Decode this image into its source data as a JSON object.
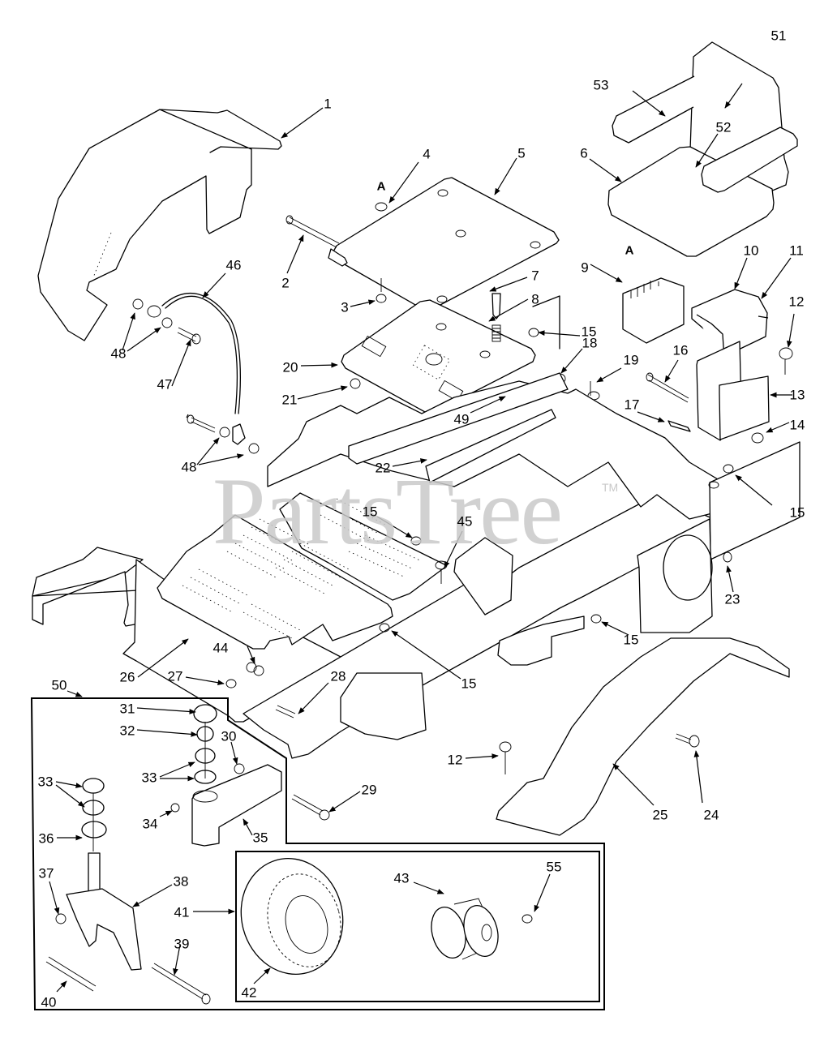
{
  "diagram": {
    "type": "exploded-parts-diagram",
    "subject": "Riding mower frame, seat and caster assembly",
    "watermark": "PartsTree",
    "watermark_tm": "TM",
    "view_tags": [
      "A",
      "A"
    ],
    "callouts": [
      {
        "id": "c1",
        "label": "1"
      },
      {
        "id": "c2",
        "label": "2"
      },
      {
        "id": "c3",
        "label": "3"
      },
      {
        "id": "c4",
        "label": "4"
      },
      {
        "id": "c5",
        "label": "5"
      },
      {
        "id": "c6",
        "label": "6"
      },
      {
        "id": "c7",
        "label": "7"
      },
      {
        "id": "c8",
        "label": "8"
      },
      {
        "id": "c9",
        "label": "9"
      },
      {
        "id": "c10",
        "label": "10"
      },
      {
        "id": "c11",
        "label": "11"
      },
      {
        "id": "c12a",
        "label": "12"
      },
      {
        "id": "c12b",
        "label": "12"
      },
      {
        "id": "c13",
        "label": "13"
      },
      {
        "id": "c14",
        "label": "14"
      },
      {
        "id": "c15a",
        "label": "15"
      },
      {
        "id": "c15b",
        "label": "15"
      },
      {
        "id": "c15c",
        "label": "15"
      },
      {
        "id": "c15d",
        "label": "15"
      },
      {
        "id": "c15e",
        "label": "15"
      },
      {
        "id": "c16",
        "label": "16"
      },
      {
        "id": "c17",
        "label": "17"
      },
      {
        "id": "c18",
        "label": "18"
      },
      {
        "id": "c19",
        "label": "19"
      },
      {
        "id": "c20",
        "label": "20"
      },
      {
        "id": "c21",
        "label": "21"
      },
      {
        "id": "c22",
        "label": "22"
      },
      {
        "id": "c23",
        "label": "23"
      },
      {
        "id": "c24",
        "label": "24"
      },
      {
        "id": "c25",
        "label": "25"
      },
      {
        "id": "c26",
        "label": "26"
      },
      {
        "id": "c27",
        "label": "27"
      },
      {
        "id": "c28",
        "label": "28"
      },
      {
        "id": "c29",
        "label": "29"
      },
      {
        "id": "c30",
        "label": "30"
      },
      {
        "id": "c31",
        "label": "31"
      },
      {
        "id": "c32",
        "label": "32"
      },
      {
        "id": "c33a",
        "label": "33"
      },
      {
        "id": "c33b",
        "label": "33"
      },
      {
        "id": "c34",
        "label": "34"
      },
      {
        "id": "c35",
        "label": "35"
      },
      {
        "id": "c36",
        "label": "36"
      },
      {
        "id": "c37",
        "label": "37"
      },
      {
        "id": "c38",
        "label": "38"
      },
      {
        "id": "c39",
        "label": "39"
      },
      {
        "id": "c40",
        "label": "40"
      },
      {
        "id": "c41",
        "label": "41"
      },
      {
        "id": "c42",
        "label": "42"
      },
      {
        "id": "c43",
        "label": "43"
      },
      {
        "id": "c44",
        "label": "44"
      },
      {
        "id": "c45",
        "label": "45"
      },
      {
        "id": "c46",
        "label": "46"
      },
      {
        "id": "c47",
        "label": "47"
      },
      {
        "id": "c48a",
        "label": "48"
      },
      {
        "id": "c48b",
        "label": "48"
      },
      {
        "id": "c49",
        "label": "49"
      },
      {
        "id": "c50",
        "label": "50"
      },
      {
        "id": "c51",
        "label": "51"
      },
      {
        "id": "c52",
        "label": "52"
      },
      {
        "id": "c53",
        "label": "53"
      },
      {
        "id": "c55",
        "label": "55"
      }
    ]
  }
}
